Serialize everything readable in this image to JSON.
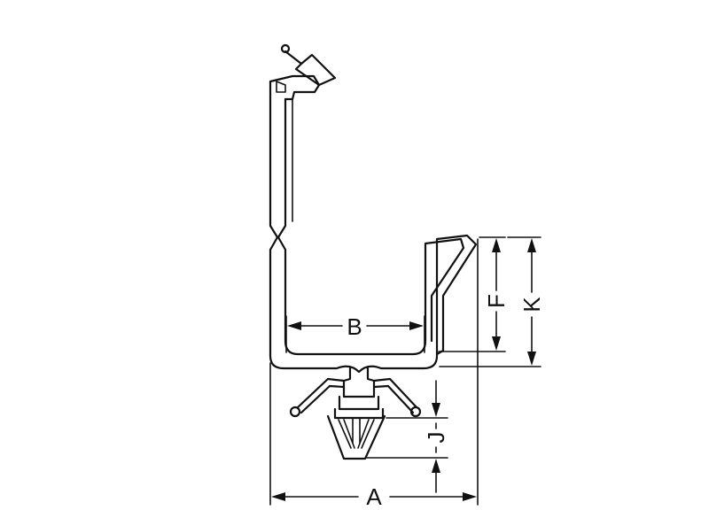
{
  "drawing": {
    "dimensions": {
      "a": "A",
      "b": "B",
      "f": "F",
      "k": "K",
      "j": "J"
    }
  }
}
